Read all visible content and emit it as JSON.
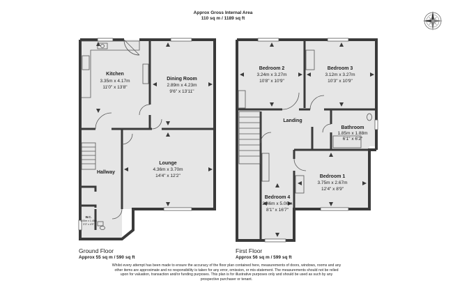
{
  "header": {
    "line1": "Approx Gross Internal Area",
    "line2": "110 sq m / 1189 sq ft"
  },
  "ground_floor": {
    "title": "Ground Floor",
    "area": "Approx 55 sq m / 590 sq ft",
    "rooms": {
      "kitchen": {
        "name": "Kitchen",
        "metric": "3.35m x 4.17m",
        "imperial": "11'0\" x 13'8\""
      },
      "dining": {
        "name": "Dining Room",
        "metric": "2.89m x 4.23m",
        "imperial": "9'6\" x 13'11\""
      },
      "lounge": {
        "name": "Lounge",
        "metric": "4.36m x 3.70m",
        "imperial": "14'4\" x 12'2\""
      },
      "hallway": {
        "name": "Hallway"
      },
      "wc": {
        "name": "W.C.",
        "metric": "1.00m x 1.45m",
        "imperial": "3'3\" x 4'9\""
      }
    }
  },
  "first_floor": {
    "title": "First Floor",
    "area": "Approx 56 sq m / 599 sq ft",
    "rooms": {
      "bedroom2": {
        "name": "Bedroom 2",
        "metric": "3.24m x 3.27m",
        "imperial": "10'8\" x 10'9\""
      },
      "bedroom3": {
        "name": "Bedroom 3",
        "metric": "3.12m x 3.27m",
        "imperial": "10'3\" x 10'9\""
      },
      "bathroom": {
        "name": "Bathroom",
        "metric": "1.85m x 1.88m",
        "imperial": "6'1\" x 6'2\""
      },
      "landing": {
        "name": "Landing"
      },
      "bedroom1": {
        "name": "Bedroom 1",
        "metric": "3.75m x 2.67m",
        "imperial": "12'4\" x 8'9\""
      },
      "bedroom4": {
        "name": "Bedroom 4",
        "metric": "2.46m x 5.06m",
        "imperial": "8'1\" x 16'7\""
      }
    }
  },
  "disclaimer": "Whilst every attempt has been made to ensure the accuracy of the floor plan contained here, measurements of doors, windows, rooms and any other items are approximate and no responsibility is taken for any error, omission, or mis-statement. The measurements should not be relied upon for valuation, transaction and/or funding purposes. This plan is for illustrative purposes only and should be used as such by any prospective purchaser or tenant.",
  "icons": {
    "compass": "compass-rose-icon"
  }
}
